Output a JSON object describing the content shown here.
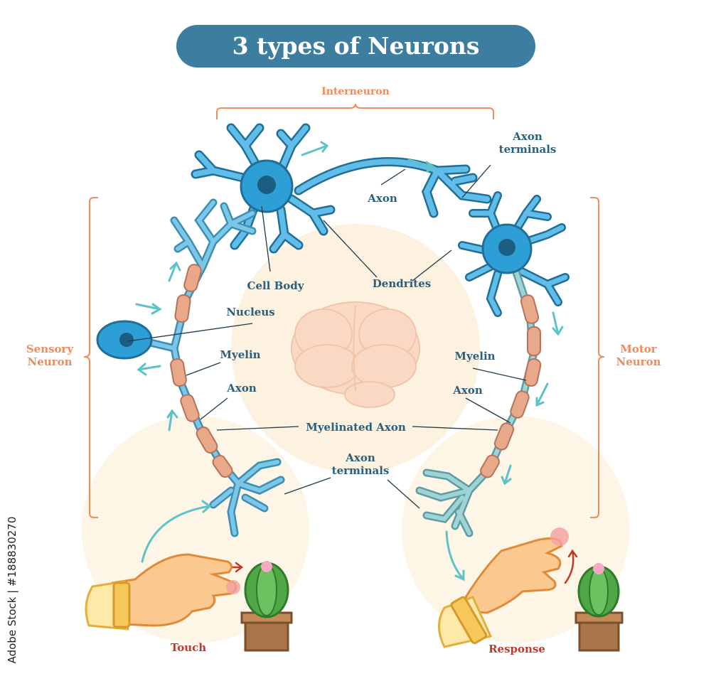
{
  "title": "3 types of Neurons",
  "labels": {
    "interneuron": "Interneuron",
    "sensory_neuron": "Sensory\nNeuron",
    "motor_neuron": "Motor\nNeuron",
    "axon_terminals_top": "Axon\nterminals",
    "axon_top": "Axon",
    "cell_body": "Cell Body",
    "dendrites": "Dendrites",
    "nucleus": "Nucleus",
    "myelin_left": "Myelin",
    "axon_left": "Axon",
    "myelin_right": "Myelin",
    "axon_right": "Axon",
    "myelinated_axon": "Myelinated Axon",
    "axon_terminals_bottom": "Axon\nterminals",
    "touch": "Touch",
    "response": "Response"
  },
  "stock_id": "Adobe Stock | #188830270",
  "colors": {
    "title_bg": "#3d7da0",
    "neuron_blue": "#2e9fd6",
    "neuron_teal": "#6bb8c4",
    "myelin": "#e8a88a",
    "label_blue": "#2b5f7e",
    "bracket_orange": "#f08b5c",
    "arrow_teal": "#5ec3c6",
    "accent_red": "#c0392b"
  }
}
